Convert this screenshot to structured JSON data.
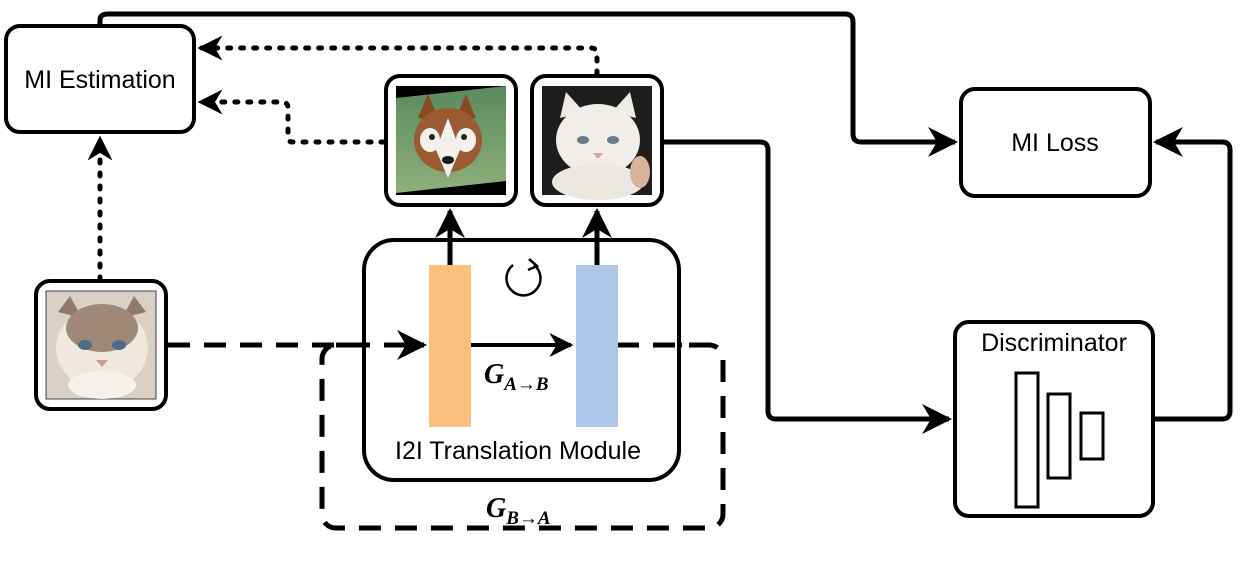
{
  "labels": {
    "mi_estimation": "MI Estimation",
    "mi_loss": "MI Loss",
    "discriminator": "Discriminator",
    "module": "I2I Translation Module",
    "generator_ab_main": "G",
    "generator_ab_sub": "A→B",
    "generator_ba_main": "G",
    "generator_ba_sub": "B→A"
  },
  "images": {
    "input": "input-cat-photo",
    "translated_dog": "translated-husky-photo",
    "translated_cat": "translated-white-kitten-photo"
  },
  "colors": {
    "stroke": "#000000",
    "encoder": "#fbbf7e",
    "decoder": "#aec6e8",
    "background": "#ffffff"
  },
  "icons": {
    "cycle": "cycle-arrow-icon"
  }
}
